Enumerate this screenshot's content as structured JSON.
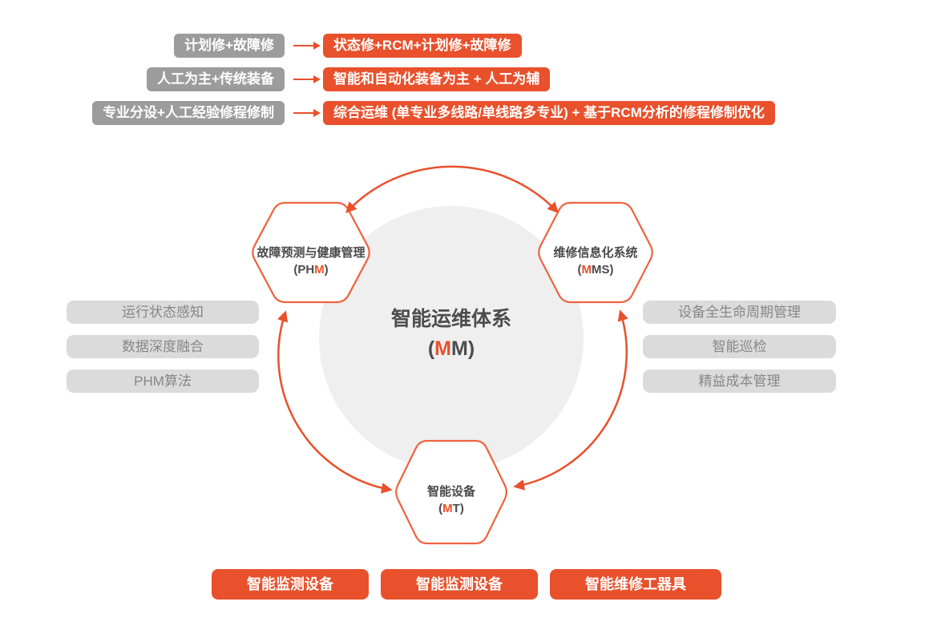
{
  "colors": {
    "accent_orange": "#E8512C",
    "hexagon_border": "#EE6340",
    "gray_box_bg": "#9C9C9C",
    "pill_bg": "#DBDBDB",
    "pill_text": "#878787",
    "circle_bg": "#EFEFEF",
    "dark_text": "#4B4B4B"
  },
  "transformations": [
    {
      "from": "计划修+故障修",
      "to": "状态修+RCM+计划修+故障修"
    },
    {
      "from": "人工为主+传统装备",
      "to": "智能和自动化装备为主 + 人工为辅"
    },
    {
      "from": "专业分设+人工经验修程修制",
      "to": "综合运维 (单专业多线路/单线路多专业) + 基于RCM分析的修程修制优化"
    }
  ],
  "center": {
    "title": "智能运维体系",
    "abbr_prefix": "(",
    "abbr_highlight": "M",
    "abbr_suffix": "M)"
  },
  "hexagons": {
    "phm": {
      "label": "故障预测与健康管理",
      "abbr_prefix": "(PH",
      "abbr_highlight": "M",
      "abbr_suffix": ")"
    },
    "mms": {
      "label": "维修信息化系统",
      "abbr_prefix": "(",
      "abbr_highlight": "M",
      "abbr_suffix": "MS)"
    },
    "mt": {
      "label": "智能设备",
      "abbr_prefix": "(",
      "abbr_highlight": "M",
      "abbr_suffix": "T)"
    }
  },
  "left_pills": [
    "运行状态感知",
    "数据深度融合",
    "PHM算法"
  ],
  "right_pills": [
    "设备全生命周期管理",
    "智能巡检",
    "精益成本管理"
  ],
  "bottom_buttons": [
    "智能监测设备",
    "智能监测设备",
    "智能维修工器具"
  ]
}
